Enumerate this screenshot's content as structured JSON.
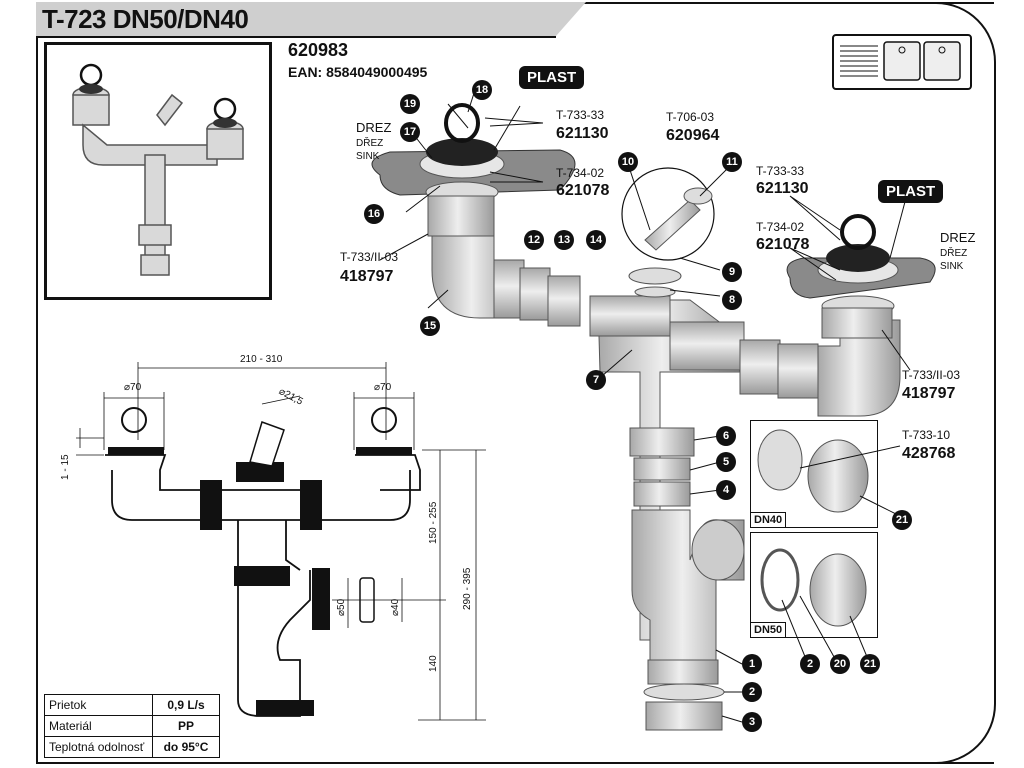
{
  "title": "T-723 DN50/DN40",
  "product_code": "620983",
  "ean": "EAN: 8584049000495",
  "plast_label": "PLAST",
  "labels": {
    "drez": "DREZ",
    "drez_cz": "DŘEZ",
    "sink": "SINK",
    "t733_33": "T-733-33",
    "c621130": "621130",
    "t734_02": "T-734-02",
    "c621078": "621078",
    "t733_ii03": "T-733/II-03",
    "c418797": "418797",
    "t706_03": "T-706-03",
    "c620964": "620964",
    "t733_10": "T-733-10",
    "c428768": "428768",
    "dn40": "DN40",
    "dn50": "DN50"
  },
  "dimensions": {
    "width_range": "210 - 310",
    "d70_left": "⌀70",
    "d70_right": "⌀70",
    "d21_5": "⌀21,5",
    "h1_15": "1 - 15",
    "h150_255": "150 - 255",
    "h290_395": "290 - 395",
    "h140": "140",
    "d50": "⌀50",
    "d40": "⌀40"
  },
  "part_numbers": [
    "1",
    "2",
    "3",
    "4",
    "5",
    "6",
    "7",
    "8",
    "9",
    "10",
    "11",
    "12",
    "13",
    "14",
    "15",
    "16",
    "17",
    "18",
    "19",
    "20",
    "21"
  ],
  "spec_table": [
    {
      "label": "Prietok",
      "value": "0,9 L/s"
    },
    {
      "label": "Materiál",
      "value": "PP"
    },
    {
      "label": "Teplotná odolnosť",
      "value": "do 95°C"
    }
  ],
  "colors": {
    "pipe": "#d9d9d9",
    "pipe_dark": "#9a9a9a",
    "black": "#111111",
    "title_bg": "#cfcfcf"
  }
}
